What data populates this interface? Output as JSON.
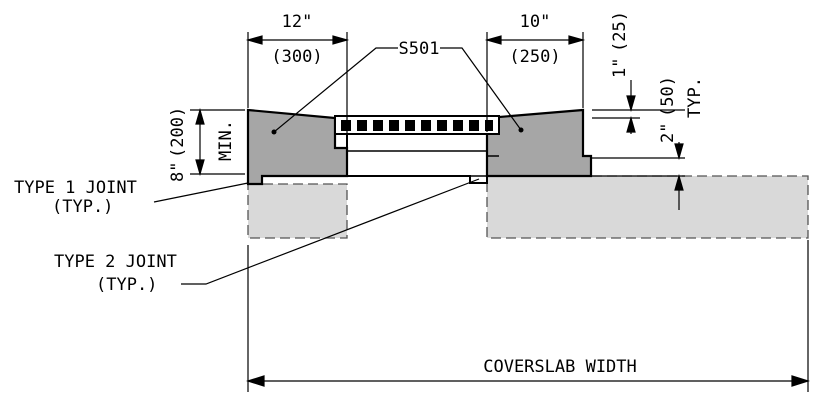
{
  "colors": {
    "concrete_fill": "#a6a6a6",
    "joint_fill": "#d9d9d9",
    "line": "#000000",
    "dashed": "#555555"
  },
  "dims": {
    "left_width_in": "12\"",
    "left_width_mm": "(300)",
    "right_width_in": "10\"",
    "right_width_mm": "(250)",
    "left_height_in": "8\"",
    "left_height_mm": "(200)",
    "left_height_note": "MIN.",
    "top_offset_in": "1\"",
    "top_offset_mm": "(25)",
    "step_in": "2\"",
    "step_mm": "(50)",
    "step_note": "TYP."
  },
  "labels": {
    "rebar": "S501",
    "joint1_line1": "TYPE 1 JOINT",
    "joint1_line2": "(TYP.)",
    "joint2_line1": "TYPE 2 JOINT",
    "joint2_line2": "(TYP.)",
    "coverslab_width": "COVERSLAB WIDTH"
  }
}
